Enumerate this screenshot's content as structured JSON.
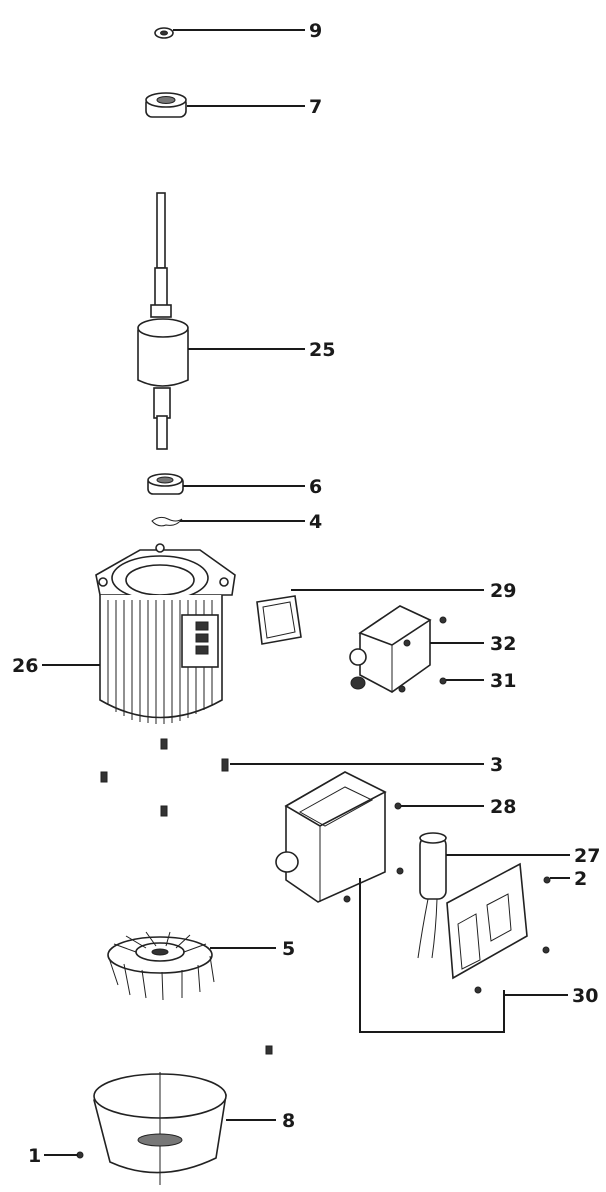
{
  "callouts": {
    "c9": "9",
    "c7": "7",
    "c25": "25",
    "c6": "6",
    "c4": "4",
    "c29": "29",
    "c32": "32",
    "c31": "31",
    "c26": "26",
    "c3": "3",
    "c28": "28",
    "c27": "27",
    "c2": "2",
    "c5": "5",
    "c30": "30",
    "c8": "8",
    "c1": "1"
  }
}
